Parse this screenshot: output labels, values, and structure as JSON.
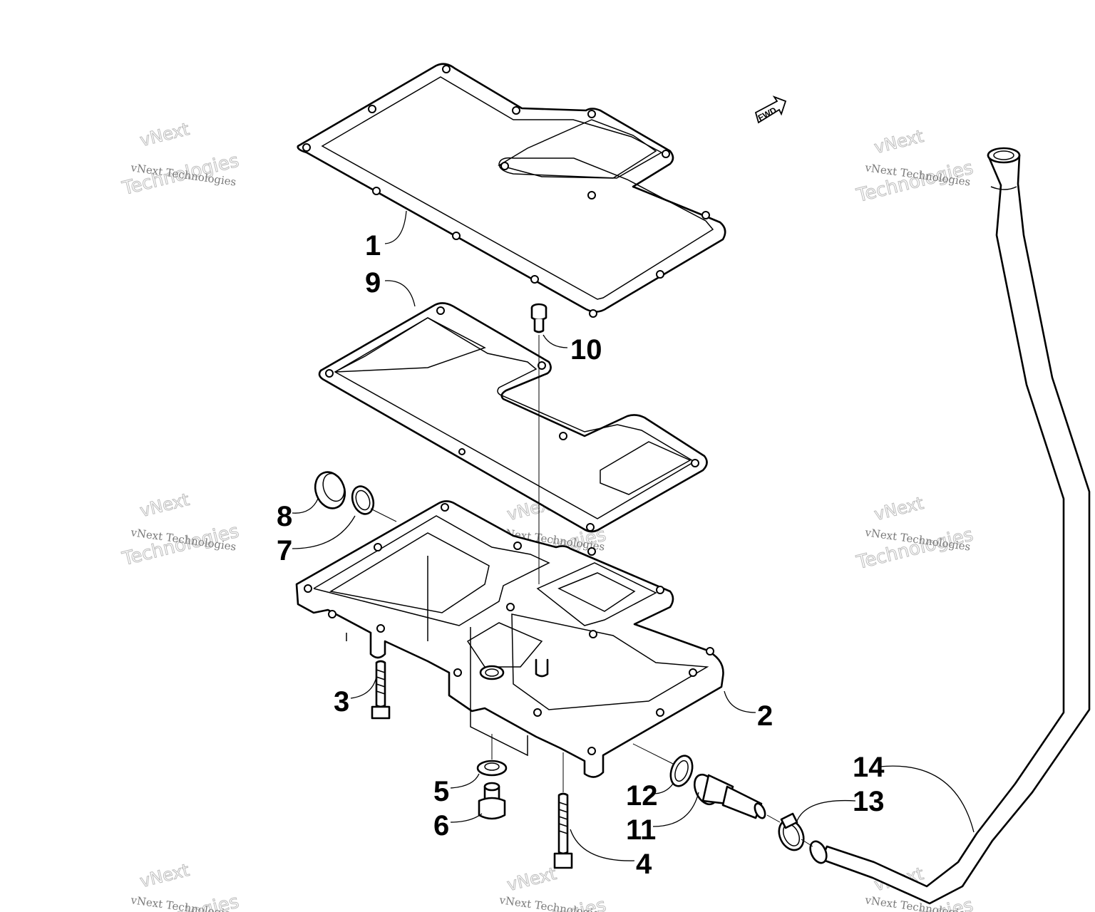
{
  "fwd_label": "FWD",
  "watermark": {
    "line1": "vNext Technologies",
    "line2": "vNext",
    "line3": "Technologies"
  },
  "callouts": [
    {
      "id": "1",
      "label": "1"
    },
    {
      "id": "2",
      "label": "2"
    },
    {
      "id": "3",
      "label": "3"
    },
    {
      "id": "4",
      "label": "4"
    },
    {
      "id": "5",
      "label": "5"
    },
    {
      "id": "6",
      "label": "6"
    },
    {
      "id": "7",
      "label": "7"
    },
    {
      "id": "8",
      "label": "8"
    },
    {
      "id": "9",
      "label": "9"
    },
    {
      "id": "10",
      "label": "10"
    },
    {
      "id": "11",
      "label": "11"
    },
    {
      "id": "12",
      "label": "12"
    },
    {
      "id": "13",
      "label": "13"
    },
    {
      "id": "14",
      "label": "14"
    }
  ]
}
